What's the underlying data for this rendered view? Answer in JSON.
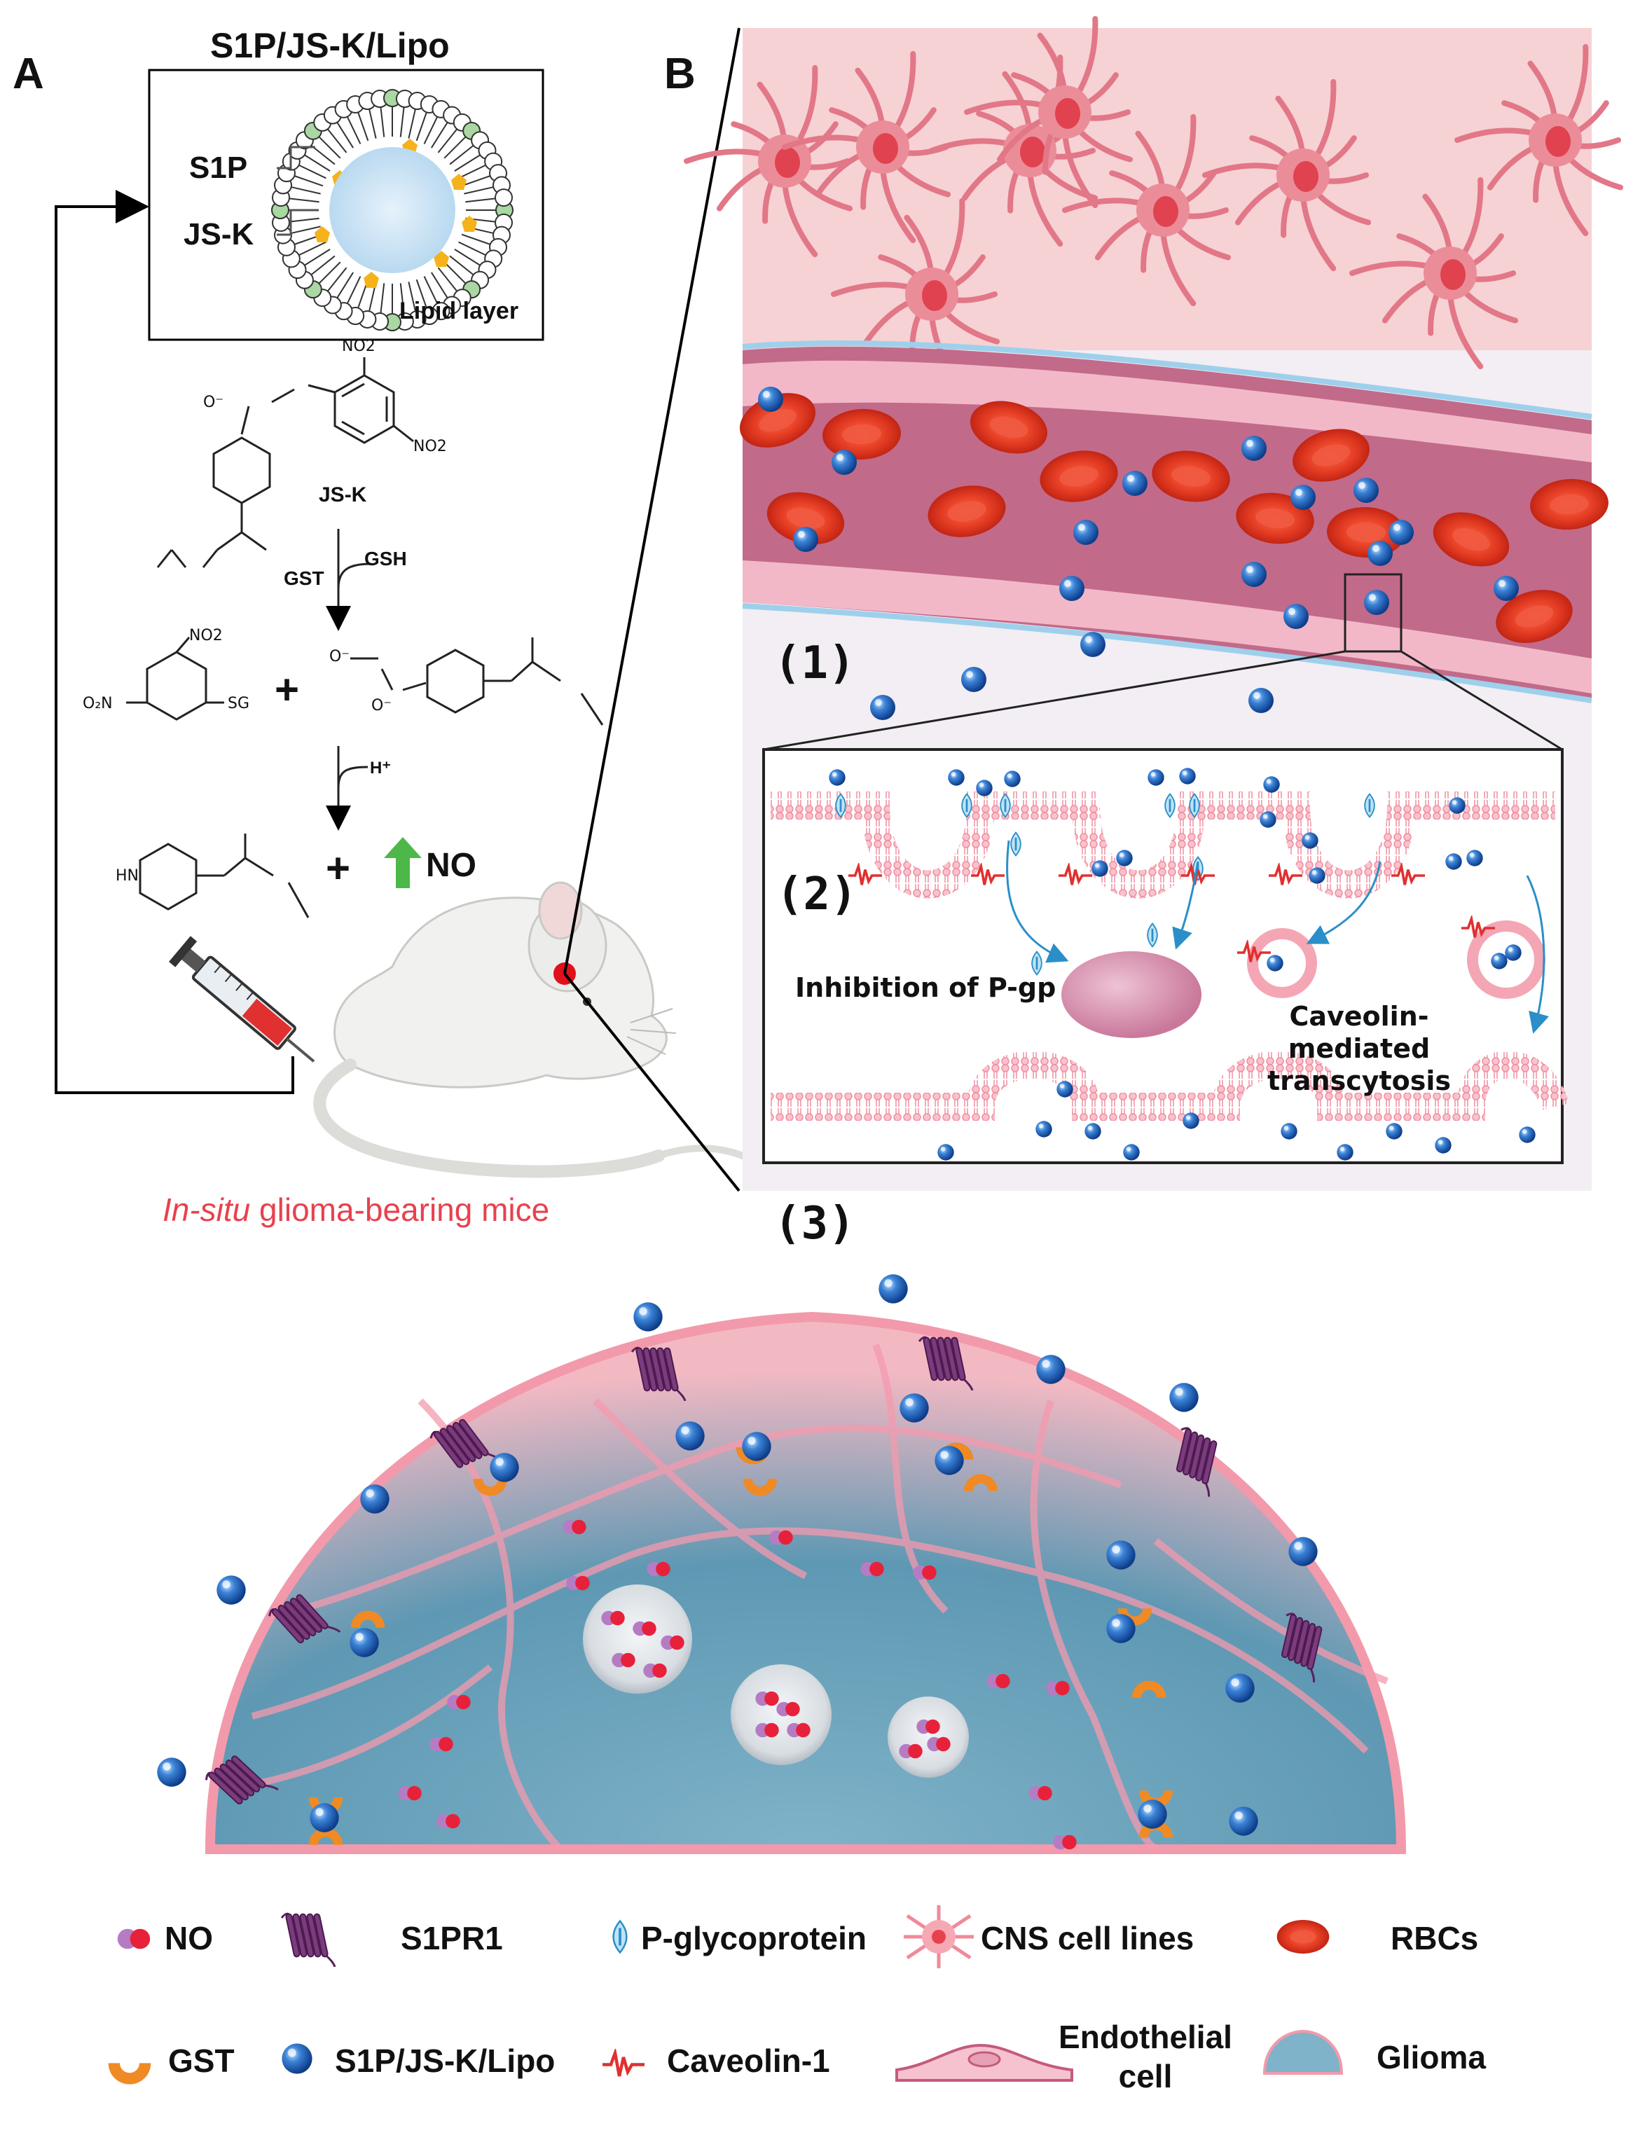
{
  "panelA": {
    "letter": "A",
    "lipo_title": "S1P/JS-K/Lipo",
    "labels": {
      "s1p": "S1P",
      "jsk": "JS-K",
      "lipid": "Lipid layer"
    },
    "reaction": {
      "no2_top": "NO2",
      "no2_right": "NO2",
      "o_minus": "O⁻",
      "jsk_name": "JS-K",
      "gst": "GST",
      "gsh": "GSH",
      "no2_product": "NO2",
      "o2n": "O₂N",
      "sg": "SG",
      "plus1": "+",
      "o_minus2": "O⁻",
      "o_minus3": "O⁻",
      "h_plus": "H⁺",
      "hn": "HN",
      "plus2": "+",
      "no": "NO"
    },
    "mice_caption_italic": "In-situ",
    "mice_caption_rest": " glioma-bearing mice"
  },
  "panelB": {
    "letter": "B",
    "step1": "(1)",
    "step2": "(2)",
    "pgp_text": "Inhibition of P-gp",
    "cav_line1": "Caveolin-mediated",
    "cav_line2": "transcytosis"
  },
  "panel3": {
    "step3": "(3)"
  },
  "legend": {
    "no": "NO",
    "s1pr1": "S1PR1",
    "pgp": "P-glycoprotein",
    "cns": "CNS cell lines",
    "rbc": "RBCs",
    "gst": "GST",
    "lipo": "S1P/JS-K/Lipo",
    "cav1": "Caveolin-1",
    "endo_line1": "Endothelial",
    "endo_line2": "cell",
    "glioma": "Glioma"
  },
  "colors": {
    "nanoparticle": "#2f6fc4",
    "rbc": "#e8412c",
    "no_red": "#e8213a",
    "no_purple": "#b57cc4",
    "gst_orange": "#f08a24",
    "s1pr1_purple": "#6b2c6e",
    "arrow_green": "#4db848",
    "mice_caption": "#e8414e",
    "membrane_pink": "#f4a6b4"
  }
}
